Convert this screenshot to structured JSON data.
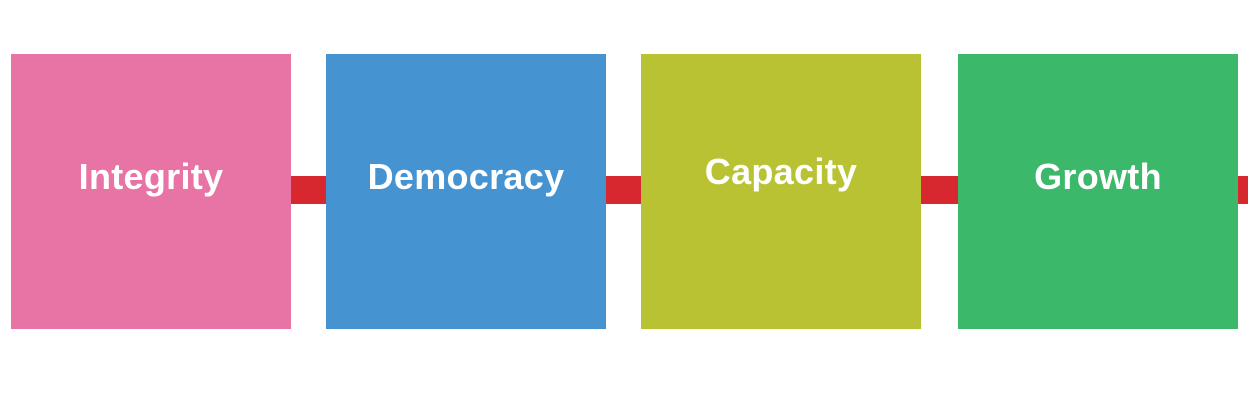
{
  "colors": {
    "connector": "#d7282f",
    "background": "#ffffff",
    "label_text": "#ffffff"
  },
  "boxes": [
    {
      "label": "Integrity",
      "color": "#e874a5"
    },
    {
      "label": "Democracy",
      "color": "#4593d1"
    },
    {
      "label": "Capacity",
      "color": "#b8c232"
    },
    {
      "label": "Growth",
      "color": "#3cb86a"
    }
  ]
}
